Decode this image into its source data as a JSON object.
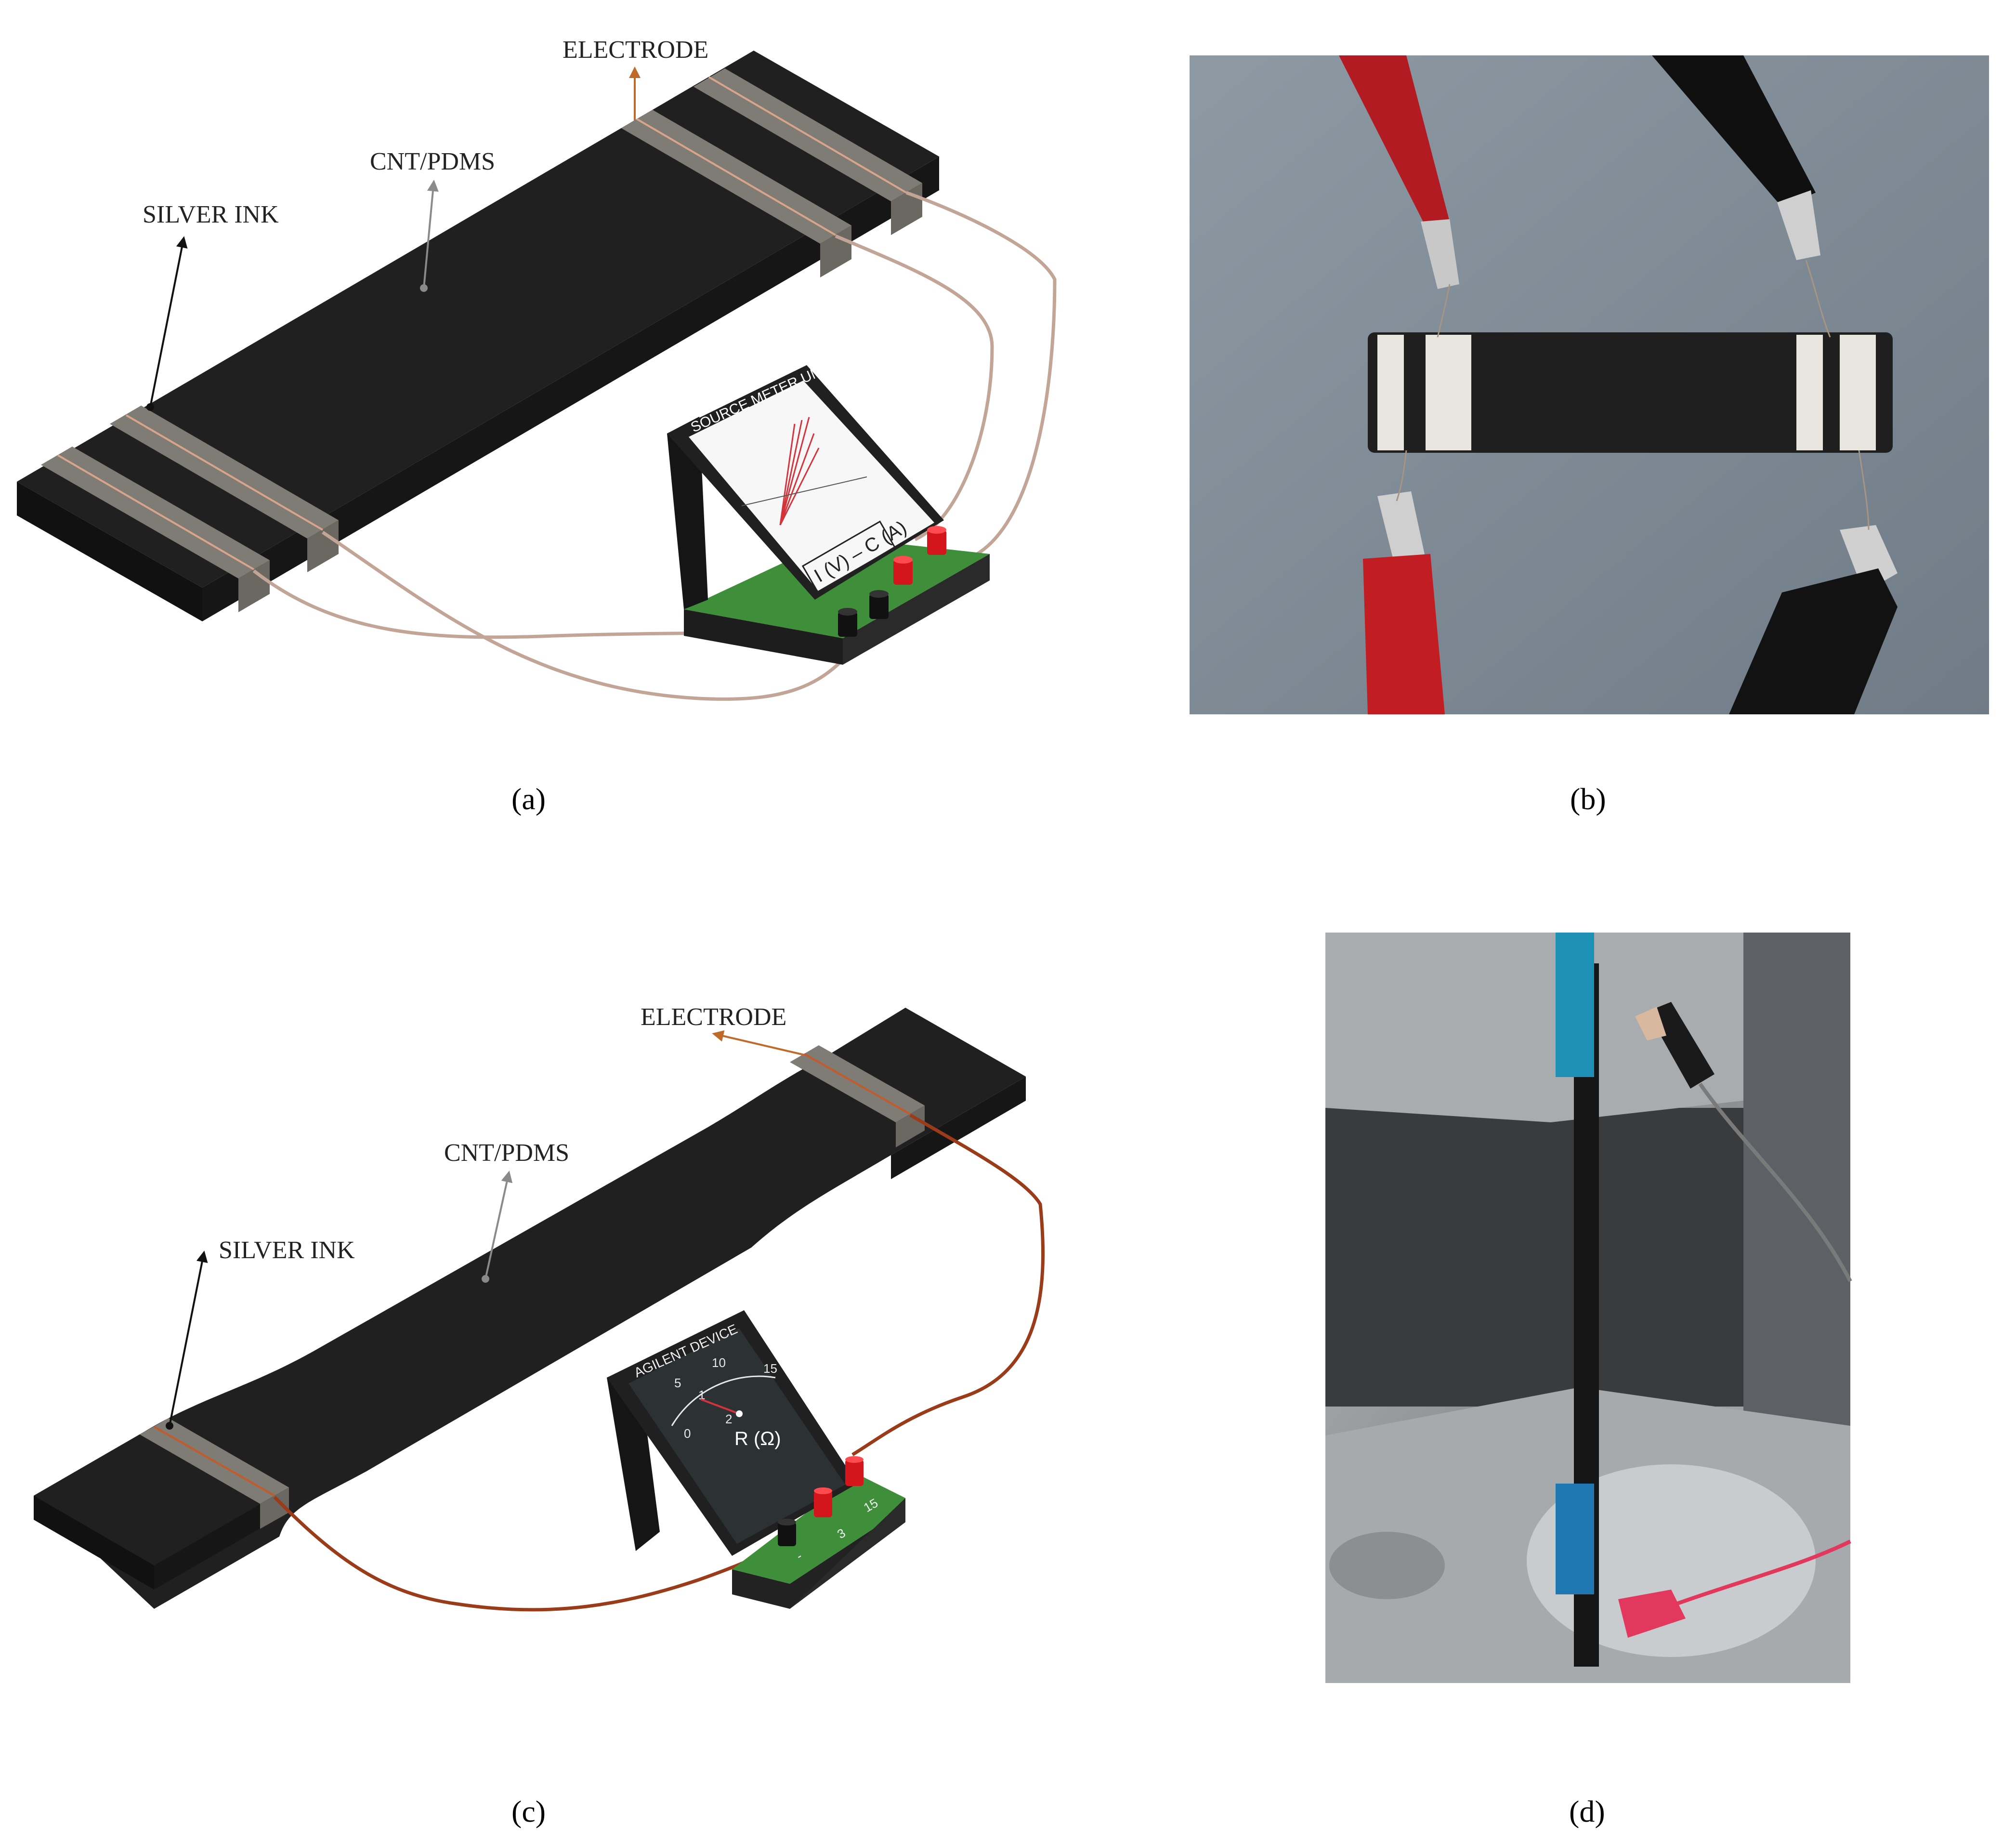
{
  "panel_a": {
    "label": "(a)",
    "callouts": {
      "electrode": "ELECTRODE",
      "cnt_pdms": "CNT/PDMS",
      "silver_ink": "SILVER INK"
    },
    "meter": {
      "title": "SOURCE METER UNIT",
      "display": "I (V) – C (A)"
    }
  },
  "panel_b": {
    "label": "(b)"
  },
  "panel_c": {
    "label": "(c)",
    "callouts": {
      "electrode": "ELECTRODE",
      "cnt_pdms": "CNT/PDMS",
      "silver_ink": "SILVER INK"
    },
    "meter": {
      "title": "AGILENT DEVICE",
      "unit": "R (Ω)",
      "scale_ticks": [
        "0",
        "1",
        "2",
        "5",
        "10",
        "15"
      ],
      "terminal_labels": [
        "-",
        "3",
        "15"
      ]
    }
  },
  "panel_d": {
    "label": "(d)"
  },
  "colors": {
    "specimen": "#1c1c1c",
    "silver_band": "#7f7c76",
    "wire_a": "#c2a596",
    "wire_c": "#9a3b1a",
    "electrode_arrow": "#c06a2a",
    "base_green": "#3f8f3a",
    "terminal_red": "#d4151c"
  }
}
